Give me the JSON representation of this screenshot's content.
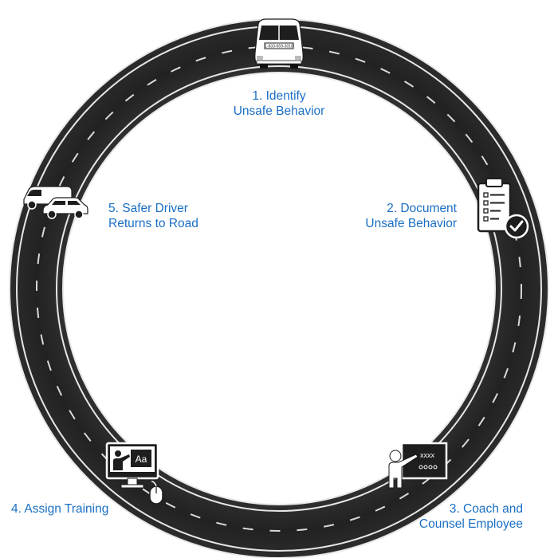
{
  "steps": [
    {
      "line1": "1. Identify",
      "line2": "Unsafe Behavior",
      "icon": "van-icon"
    },
    {
      "line1": "2. Document",
      "line2": "Unsafe Behavior",
      "icon": "clipboard-checklist-icon"
    },
    {
      "line1": "3. Coach and",
      "line2": "Counsel Employee",
      "icon": "instructor-whiteboard-icon"
    },
    {
      "line1": "4. Assign Training",
      "line2": "",
      "icon": "computer-training-icon"
    },
    {
      "line1": "5. Safer Driver",
      "line2": "Returns to Road",
      "icon": "vehicles-icon"
    }
  ],
  "van_plate": "1-833-659-3010",
  "training_screen_text": "Aa",
  "whiteboard_text": "xxxx",
  "colors": {
    "label": "#1a6fc4",
    "road": "#262626",
    "road_edge": "#e8e8e8",
    "lane_dash": "#d9d9d9",
    "background": "#ffffff"
  }
}
